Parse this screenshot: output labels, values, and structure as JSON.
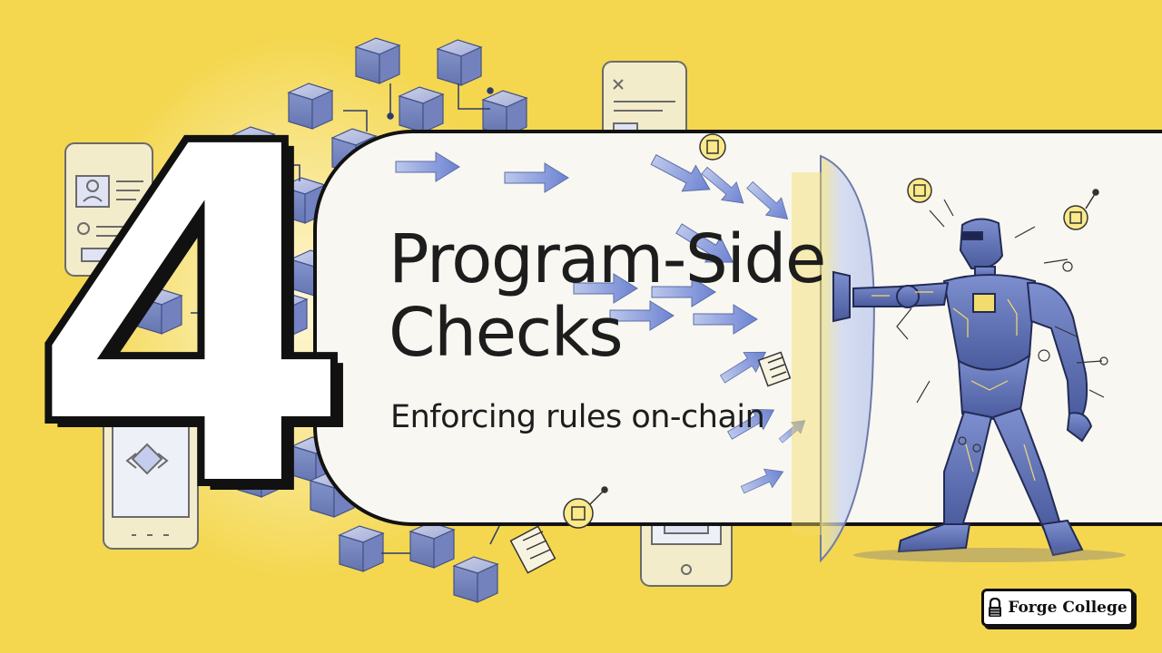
{
  "slide": {
    "number": "4",
    "title": "Program-Side\nChecks",
    "subtitle": "Enforcing rules on-chain"
  },
  "brand": {
    "name": "Forge College",
    "icon": "lock-icon"
  },
  "colors": {
    "background": "#f4d74f",
    "panel": "#f8f7f1",
    "outline": "#121212",
    "cube_blue": "#7d8fcf",
    "arrow_blue": "#6f87d6"
  }
}
